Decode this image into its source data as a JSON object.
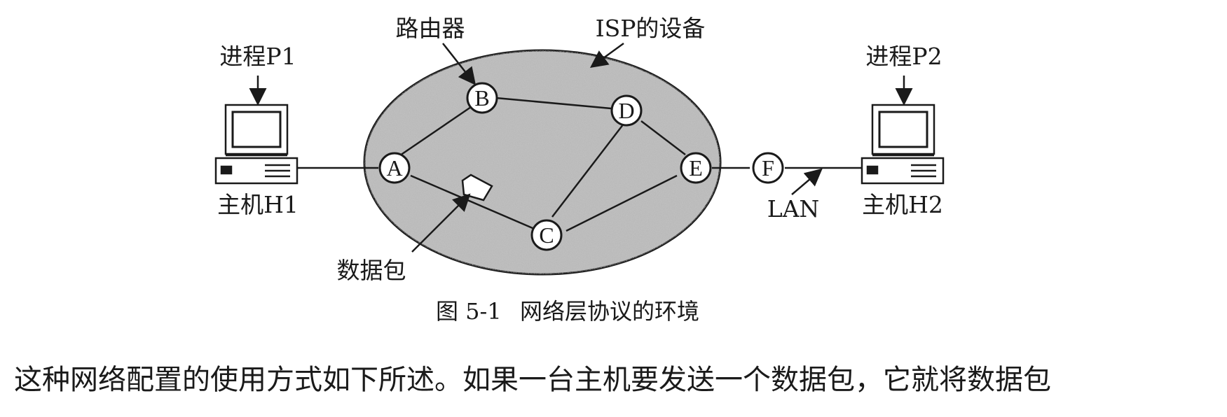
{
  "labels": {
    "process_p1": "进程P1",
    "process_p2": "进程P2",
    "host_h1": "主机H1",
    "host_h2": "主机H2",
    "router": "路由器",
    "isp_equipment": "ISP的设备",
    "packet": "数据包",
    "lan": "LAN"
  },
  "nodes": {
    "a": "A",
    "b": "B",
    "c": "C",
    "d": "D",
    "e": "E",
    "f": "F"
  },
  "links": [
    [
      "H1",
      "A"
    ],
    [
      "A",
      "B"
    ],
    [
      "B",
      "D"
    ],
    [
      "A",
      "C"
    ],
    [
      "C",
      "D"
    ],
    [
      "C",
      "E"
    ],
    [
      "D",
      "E"
    ],
    [
      "E",
      "F"
    ],
    [
      "F",
      "H2"
    ]
  ],
  "caption": {
    "figure_number": "图 5-1",
    "title": "网络层协议的环境"
  },
  "body_text": "这种网络配置的使用方式如下所述。如果一台主机要发送一个数据包，它就将数据包"
}
